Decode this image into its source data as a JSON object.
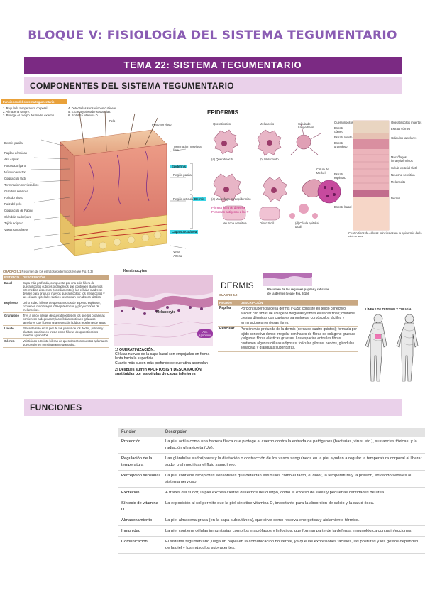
{
  "header": {
    "title": "BLOQUE V: FISIOLOGÍA DEL SISTEMA TEGUMENTARIO",
    "tema": "TEMA 22: SISTEMA TEGUMENTARIO",
    "section_componentes": "COMPONENTES DEL SISTEMA TEGUMENTARIO",
    "section_funciones": "FUNCIONES"
  },
  "skin_figure": {
    "box_title": "Funciones del sistema tegumentario",
    "functions_left": [
      "1. Regula la temperatura corporal.",
      "2. Almacena sangre.",
      "3. Protege el cuerpo del medio externo."
    ],
    "functions_right": [
      "4. Detecta las sensaciones cutáneas.",
      "5. Excreta y absorbe sustancias.",
      "6. Sintetiza vitamina D."
    ],
    "labels_left": [
      "Dermis papilar",
      "Papilas dérmicas",
      "Asa capilar",
      "Poro sudoríparo",
      "Músculo erector",
      "Corpúsculo táctil",
      "Terminación nerviosa libre",
      "Glándula sebácea",
      "Folículo piloso",
      "Raíz del pelo",
      "Corpúsculo de Pacini",
      "Glándula sudorípara",
      "Tejido adiposo",
      "Vasos sanguíneos"
    ],
    "labels_top": [
      "Pelo",
      "Plexo nervioso"
    ],
    "labels_right": [
      "Terminación nerviosa libre",
      "Región papilar",
      "Región reticular",
      "Vena",
      "Arteria"
    ],
    "tags": [
      "Epidermis",
      "Dermis",
      "Capa subcutánea"
    ]
  },
  "epidermis_figure": {
    "title": "EPIDERMIS",
    "cells": [
      "Queratinocito",
      "Melanocito",
      "Célula de Langerhans",
      "Célula de Merkel",
      "Disco táctil",
      "Neurona sensitiva"
    ],
    "sublabels": [
      "(a) Queratinocito",
      "(b) Melanocito",
      "(c) Macrófago intraepidérmico",
      "(d) Célula epitelial táctil"
    ],
    "note_lines": [
      "Primera línea de defensa",
      "Presentan antígenos a los T"
    ],
    "strata_left": [
      "Queratinocitos",
      "Estrato córneo",
      "Estrato lúcido",
      "Estrato granuloso",
      "Estrato espinoso",
      "Estrato basal"
    ],
    "strata_right": [
      "Queratinocitos muertos",
      "Estrato córneo",
      "Gránulos lamelares",
      "Macrófagos intraepidérmicos",
      "Célula epitelial táctil",
      "Neurona sensitiva",
      "Melanocito",
      "Dermis"
    ],
    "caption": "Cuatro tipos de células principales en la epidermis de la piel gruesa"
  },
  "table_51": {
    "caption": "CUADRO 5.1",
    "heading": "Resumen de los estratos epidérmicos (véase Fig. 5.3)",
    "columns": [
      "ESTRATO",
      "DESCRIPCIÓN"
    ],
    "rows": [
      {
        "estrato": "Basal",
        "desc": "Capa más profunda, compuesta por una sola hilera de queratinocitos cúbicos o cilíndricos que contienen filamentos intermedios dispersos (tonofilamentos); las células madre se dividen para producir nuevos queratinocitos; los melanocitos y las células epiteliales táctiles se asocian con discos táctiles."
      },
      {
        "estrato": "Espinoso",
        "desc": "Ocho a diez hileras de queratinocitos de aspecto espinoso; contienen macrófagos intraepidérmicos y proyecciones de melanocitos."
      },
      {
        "estrato": "Granuloso",
        "desc": "Tres a cinco hileras de queratinocitos en los que las organelas comienzan a degenerar; las células contienen gránulos lamelares que liberan una secreción lipídica repelente de agua."
      },
      {
        "estrato": "Lúcido",
        "desc": "Presente sólo en la piel de las yemas de los dedos, palmas y plantas; consiste en tres a cinco hileras de queratinocitos muertos aplanados."
      },
      {
        "estrato": "Córneo",
        "desc": "Veinticinco a treinta hileras de queratinocitos muertos aplanados que contienen principalmente queratina."
      }
    ]
  },
  "histology": {
    "keratinocytes_label": "Keratinocytes",
    "melanocyte_label": "Melanocyte",
    "badge": "Ant. Apoptosis",
    "notes": [
      "1) QUERATINIZACIÓN:",
      "Células nuevas de la capa basal son empujadas en forma lenta hacia la superficie",
      "Cuanto más suben más profundo de queratina acumulan",
      "2) Después sufren APOPTOSIS Y DESCAMACIÓN, sustituidas por las células de capas inferiores"
    ]
  },
  "dermis": {
    "title": "DERMIS",
    "caption": "CUADRO 5.2",
    "heading_lines": [
      "Resumen de las regiones papilar y reticular",
      "de la dermis (véase Fig. 5.1b)"
    ],
    "columns": [
      "REGIÓN",
      "DESCRIPCIÓN"
    ],
    "papilar": "Porción superficial de la dermis (~1/5); consiste en tejido conectivo areolar con fibras de colágeno delgadas y fibras elásticas finas; contiene crestas dérmicas con capilares sanguíneos, corpúsculos táctiles y terminaciones nerviosas libres.",
    "reticular": "Porción más profunda de la dermis (cerca de cuatro quintos); formada por tejido conectivo denso irregular con haces de fibras de colágeno gruesas y algunas fibras elásticas gruesas. Los espacios entre las fibras contienen algunas células adiposas, folículos pilosos, nervios, glándulas sebáceas y glándulas sudoríparas.",
    "lines_title": "LÍNEAS DE TENSIÓN Y CIRUGÍA"
  },
  "functions_table": {
    "headers": [
      "Función",
      "Descripción"
    ],
    "rows": [
      {
        "funcion": "Protección",
        "descripcion": "La piel actúa como una barrera física que protege al cuerpo contra la entrada de patógenos (bacterias, virus, etc.), sustancias tóxicas, y la radiación ultravioleta (UV)."
      },
      {
        "funcion": "Regulación de la temperatura",
        "descripcion": "Las glándulas sudoríparas y la dilatación o contracción de los vasos sanguíneos en la piel ayudan a regular la temperatura corporal al liberar sudor o al modificar el flujo sanguíneo."
      },
      {
        "funcion": "Percepción sensorial",
        "descripcion": "La piel contiene receptores sensoriales que detectan estímulos como el tacto, el dolor, la temperatura y la presión, enviando señales al sistema nervioso."
      },
      {
        "funcion": "Excreción",
        "descripcion": "A través del sudor, la piel excreta ciertos desechos del cuerpo, como el exceso de sales y pequeñas cantidades de urea."
      },
      {
        "funcion": "Síntesis de vitamina D",
        "descripcion": "La exposición al sol permite que la piel sintetice vitamina D, importante para la absorción de calcio y la salud ósea."
      },
      {
        "funcion": "Almacenamiento",
        "descripcion": "La piel almacena grasa (en la capa subcutánea), que sirve como reserva energética y aislamiento térmico."
      },
      {
        "funcion": "Inmunidad",
        "descripcion": "La piel contiene células inmunitarias como los macrófagos y linfocitos, que forman parte de la defensa inmunológica contra infecciones."
      },
      {
        "funcion": "Comunicación",
        "descripcion": "El sistema tegumentario juega un papel en la comunicación no verbal, ya que las expresiones faciales, las posturas y los gestos dependen de la piel y los músculos subyacentes."
      }
    ]
  }
}
